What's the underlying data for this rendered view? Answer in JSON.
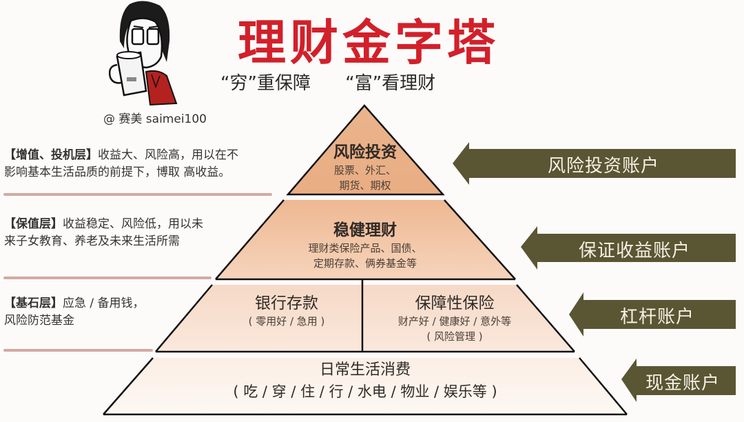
{
  "header": {
    "title": "理财金字塔",
    "subtitle_left": "“穷”重保障",
    "subtitle_right": "“富”看理财",
    "credit": "@ 赛美 saimei100"
  },
  "illustration": {
    "subject": "cartoon-woman-drinking-from-mug"
  },
  "layers": [
    {
      "name": "【增值、投机层】",
      "description_line1": "收益大、风险高，用以在不",
      "description_line2": "影响基本生活品质的前提下，博取 高收益。"
    },
    {
      "name": "【保值层】",
      "description_line1": "收益稳定、风险低，用以未",
      "description_line2": "来子女教育、养老及未来生活所需"
    },
    {
      "name": "【基石层】",
      "description_line1": "应急 / 备用钱，",
      "description_line2": "风险防范基金"
    }
  ],
  "pyramid": {
    "tier1": {
      "title": "风险投资",
      "sub_line1": "股票、外汇、",
      "sub_line2": "期货、期权"
    },
    "tier2": {
      "title": "稳健理财",
      "sub_line1": "理财类保险产品、国债、",
      "sub_line2": "定期存款、俩券基金等"
    },
    "tier3_left": {
      "title": "银行存款",
      "sub_line1": "( 零用好 / 急用 )"
    },
    "tier3_right": {
      "title": "保障性保险",
      "sub_line1": "财产好 / 健康好 / 意外等",
      "sub_line2": "( 风险管理 )"
    },
    "tier4": {
      "title": "日常生活消费",
      "sub_line1": "( 吃 / 穿 / 住 / 行 / 水电 / 物业 / 娱乐等 )"
    }
  },
  "accounts": [
    {
      "label": "风险投资账户"
    },
    {
      "label": "保证收益账户"
    },
    {
      "label": "杠杆账户"
    },
    {
      "label": "现金账户"
    }
  ],
  "colors": {
    "title_red": "#d2202a",
    "arrow_olive": "#5a5634",
    "tier_top": "#e8a87c",
    "tier_bottom": "#fbeee6",
    "divider": "#d3aaa3"
  }
}
